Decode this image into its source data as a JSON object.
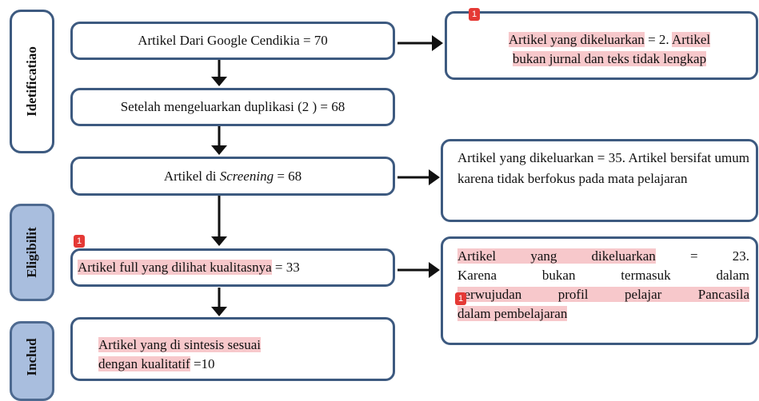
{
  "phases": {
    "identification": "Idetificatiao",
    "eligibility": "Eligibilit",
    "included": "Includ"
  },
  "main": {
    "b1": "Artikel Dari Google Cendikia = 70",
    "b2": "Setelah mengeluarkan duplikasi (2 ) = 68",
    "b3_pre": "Artikel di ",
    "b3_italic": "Screening",
    "b3_post": " = 68",
    "b4_hl": "Artikel full yang dilihat kualitasnya",
    "b4_post": " = 33",
    "b5_hl1": "Artikel yang di sintesis sesuai",
    "b5_hl2": "dengan kualitatif",
    "b5_post": " =10"
  },
  "side": {
    "s1_hl1": "Artikel yang dikeluarkan",
    "s1_mid": " = 2. ",
    "s1_hl2": "Artikel",
    "s1_line2": "bukan jurnal dan teks tidak lengkap",
    "s2": "Artikel yang dikeluarkan = 35. Artikel bersifat umum karena tidak berfokus pada mata pelajaran",
    "s3_l1a": "Artikel yang dikeluarkan",
    "s3_l1b": " = 23.",
    "s3_l2": "Karena bukan termasuk dalam",
    "s3_l3": "perwujudan profil pelajar Pancasila",
    "s3_l4": "dalam pembelajaran"
  },
  "badges": {
    "count": "1"
  },
  "colors": {
    "border": "#3d5a80",
    "phase_fill": "#a9bede",
    "highlight": "#f7c8cb",
    "badge": "#e53935"
  }
}
